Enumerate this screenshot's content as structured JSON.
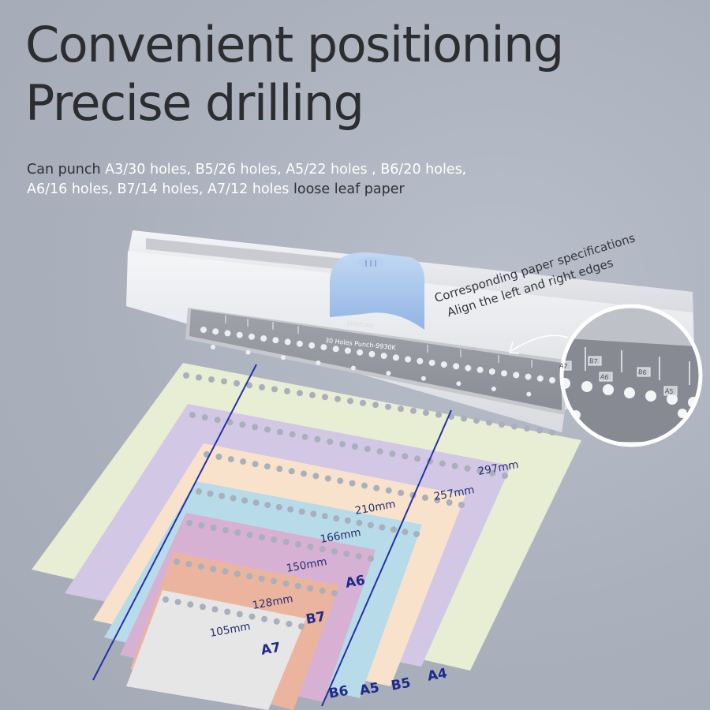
{
  "headline": {
    "line1": "Convenient positioning",
    "line2": "Precise drilling"
  },
  "description": {
    "prefix": "Can punch ",
    "formats_line1": "A3/30 holes, B5/26 holes, A5/22 holes , B6/20 holes,",
    "formats_line2": "A6/16 holes, B7/14 holes, A7/12 holes",
    "suffix": "loose leaf paper"
  },
  "tool": {
    "model_label": "30 Holes Punch-9930K",
    "brand_mark": "SINMOAN",
    "zoom_marks": [
      "A7",
      "B7",
      "A6",
      "B6",
      "A5"
    ]
  },
  "callout": {
    "line1": "Corresponding paper specifications",
    "line2": "Align the left and right edges"
  },
  "papers": {
    "widths": [
      "297mm",
      "257mm",
      "210mm",
      "166mm",
      "150mm",
      "128mm",
      "105mm"
    ],
    "formats": [
      "A4",
      "B5",
      "A5",
      "B6",
      "A6",
      "B7",
      "A7"
    ]
  },
  "colors": {
    "background": "#adb3bf",
    "highlight_text": "#ffffff",
    "label_blue": "#1e2a8c",
    "paper_a4": "#e8eed4",
    "paper_b5": "#d2c8e6",
    "paper_a5": "#f8e2cc",
    "paper_b6": "#b7dbe8",
    "paper_a6": "#d6b1d4",
    "paper_b7": "#ebb49e",
    "paper_a7": "#e6e6e6",
    "slider": "#a9c8ef"
  }
}
